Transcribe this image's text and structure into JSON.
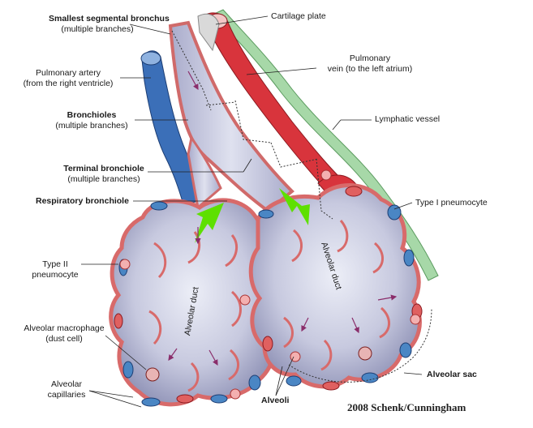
{
  "labels": {
    "smallest_bronchus": "Smallest segmental bronchus",
    "smallest_bronchus_sub": "(multiple branches)",
    "pulmonary_artery": "Pulmonary artery",
    "pulmonary_artery_sub": "(from the right ventricle)",
    "bronchioles": "Bronchioles",
    "bronchioles_sub": "(multiple branches)",
    "terminal_bronchiole": "Terminal bronchiole",
    "terminal_bronchiole_sub": "(multiple branches)",
    "respiratory_bronchiole": "Respiratory bronchiole",
    "type2_line1": "Type II",
    "type2_line2": "pneumocyte",
    "macrophage_line1": "Alveolar macrophage",
    "macrophage_line2": "(dust cell)",
    "capillaries_line1": "Alveolar",
    "capillaries_line2": "capillaries",
    "cartilage_plate": "Cartilage plate",
    "pulmonary_vein_line1": "Pulmonary",
    "pulmonary_vein_line2": "vein (to the left atrium)",
    "lymphatic_vessel": "Lymphatic vessel",
    "type1_pneumocyte": "Type I pneumocyte",
    "alveolar_duct_left": "Alveolar duct",
    "alveolar_duct_right": "Alveolar duct",
    "alveolar_sac": "Alveolar sac",
    "alveoli": "Alveoli",
    "credit": "2008 Schenk/Cunningham"
  },
  "colors": {
    "artery": "#3b6fb8",
    "vein": "#d8343c",
    "lymphatic": "#9fd3a0",
    "epithelium": "#e98a8a",
    "lumen": "#c4c6dc",
    "alveolus_shadow": "#8f92b6",
    "airflow_arrow": "#5ee000",
    "capillary_blue": "#4a86c4"
  }
}
